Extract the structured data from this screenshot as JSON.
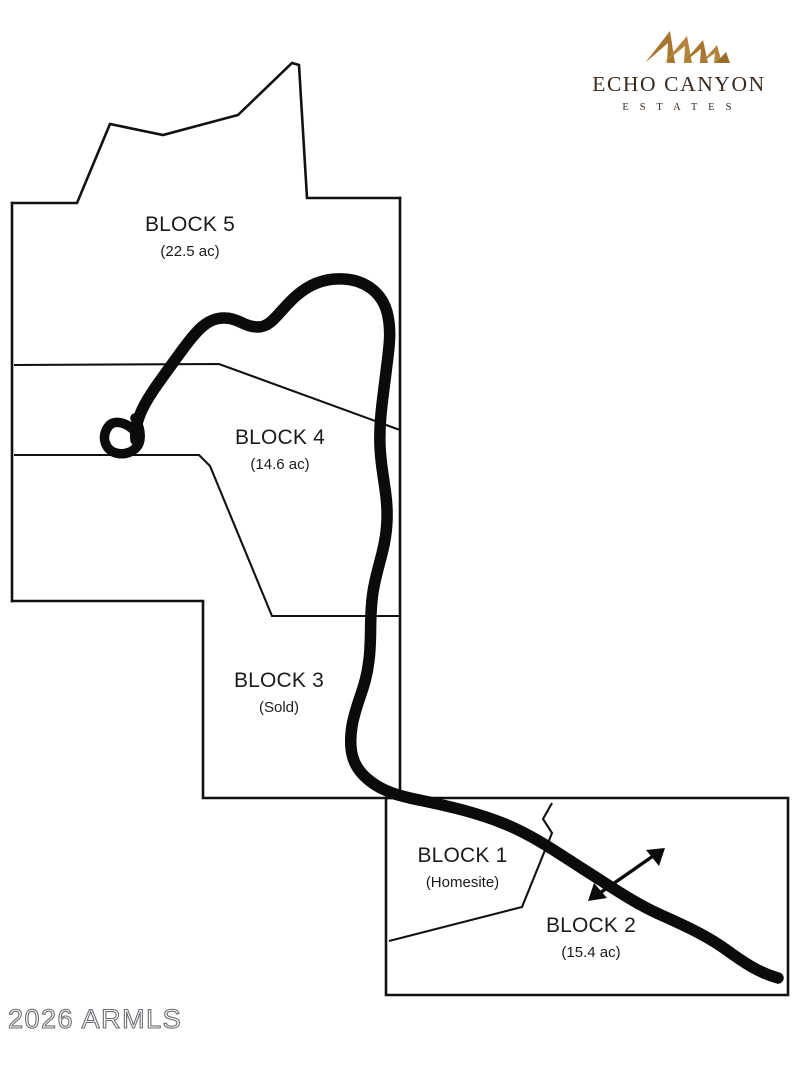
{
  "document": {
    "type": "site-plan",
    "title": "Echo Canyon Estates Site Plan"
  },
  "logo": {
    "icon": "mountain-peaks-icon",
    "name": "ECHO CANYON",
    "subtitle": "E S T A T E S",
    "color": "#b07b3a",
    "text_color": "#3a2a1e"
  },
  "watermark": {
    "text": "2026 ARMLS"
  },
  "blocks": [
    {
      "id": "block-5",
      "title": "BLOCK 5",
      "sub": "(22.5 ac)",
      "acres": 22.5,
      "status": "available"
    },
    {
      "id": "block-4",
      "title": "BLOCK 4",
      "sub": "(14.6 ac)",
      "acres": 14.6,
      "status": "available"
    },
    {
      "id": "block-3",
      "title": "BLOCK 3",
      "sub": "(Sold)",
      "acres": null,
      "status": "sold"
    },
    {
      "id": "block-1",
      "title": "BLOCK 1",
      "sub": "(Homesite)",
      "acres": null,
      "status": "homesite"
    },
    {
      "id": "block-2",
      "title": "BLOCK 2",
      "sub": "(15.4 ac)",
      "acres": 15.4,
      "status": "available"
    }
  ],
  "map": {
    "road_name": "access-road",
    "cul_de_sac": true,
    "direction_arrow": "double-headed-arrow"
  },
  "colors": {
    "line": "#111111",
    "road": "#0b0b0b",
    "background": "#ffffff",
    "watermark": "#6d6d74"
  }
}
